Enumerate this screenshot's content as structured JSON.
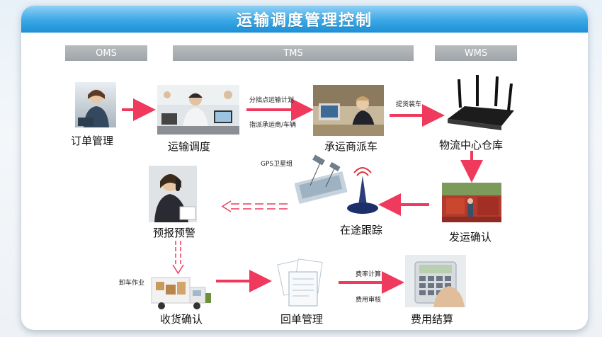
{
  "title": "运输调度管理控制",
  "systems": {
    "oms": "OMS",
    "tms": "TMS",
    "wms": "WMS"
  },
  "nodes": {
    "order": "订单管理",
    "dispatch": "运输调度",
    "carrier": "承运商派车",
    "warehouse": "物流中心仓库",
    "ship_confirm": "发运确认",
    "tracking": "在途跟踪",
    "alert": "预报预警",
    "receive": "收货确认",
    "receipt": "回单管理",
    "settle": "费用结算"
  },
  "annotations": {
    "split_plan": "分拙点运输计划",
    "assign_carrier": "指派承运商/车辆",
    "pickup_load": "提货装车",
    "gps": "GPS卫星组",
    "unload": "卸车作业",
    "rate_calc": "费率计算",
    "fee_audit": "费用审核"
  },
  "colors": {
    "title_bar": "#2a9bdf",
    "arrow": "#ef3a5d",
    "system_bar": "#a8adb1"
  }
}
